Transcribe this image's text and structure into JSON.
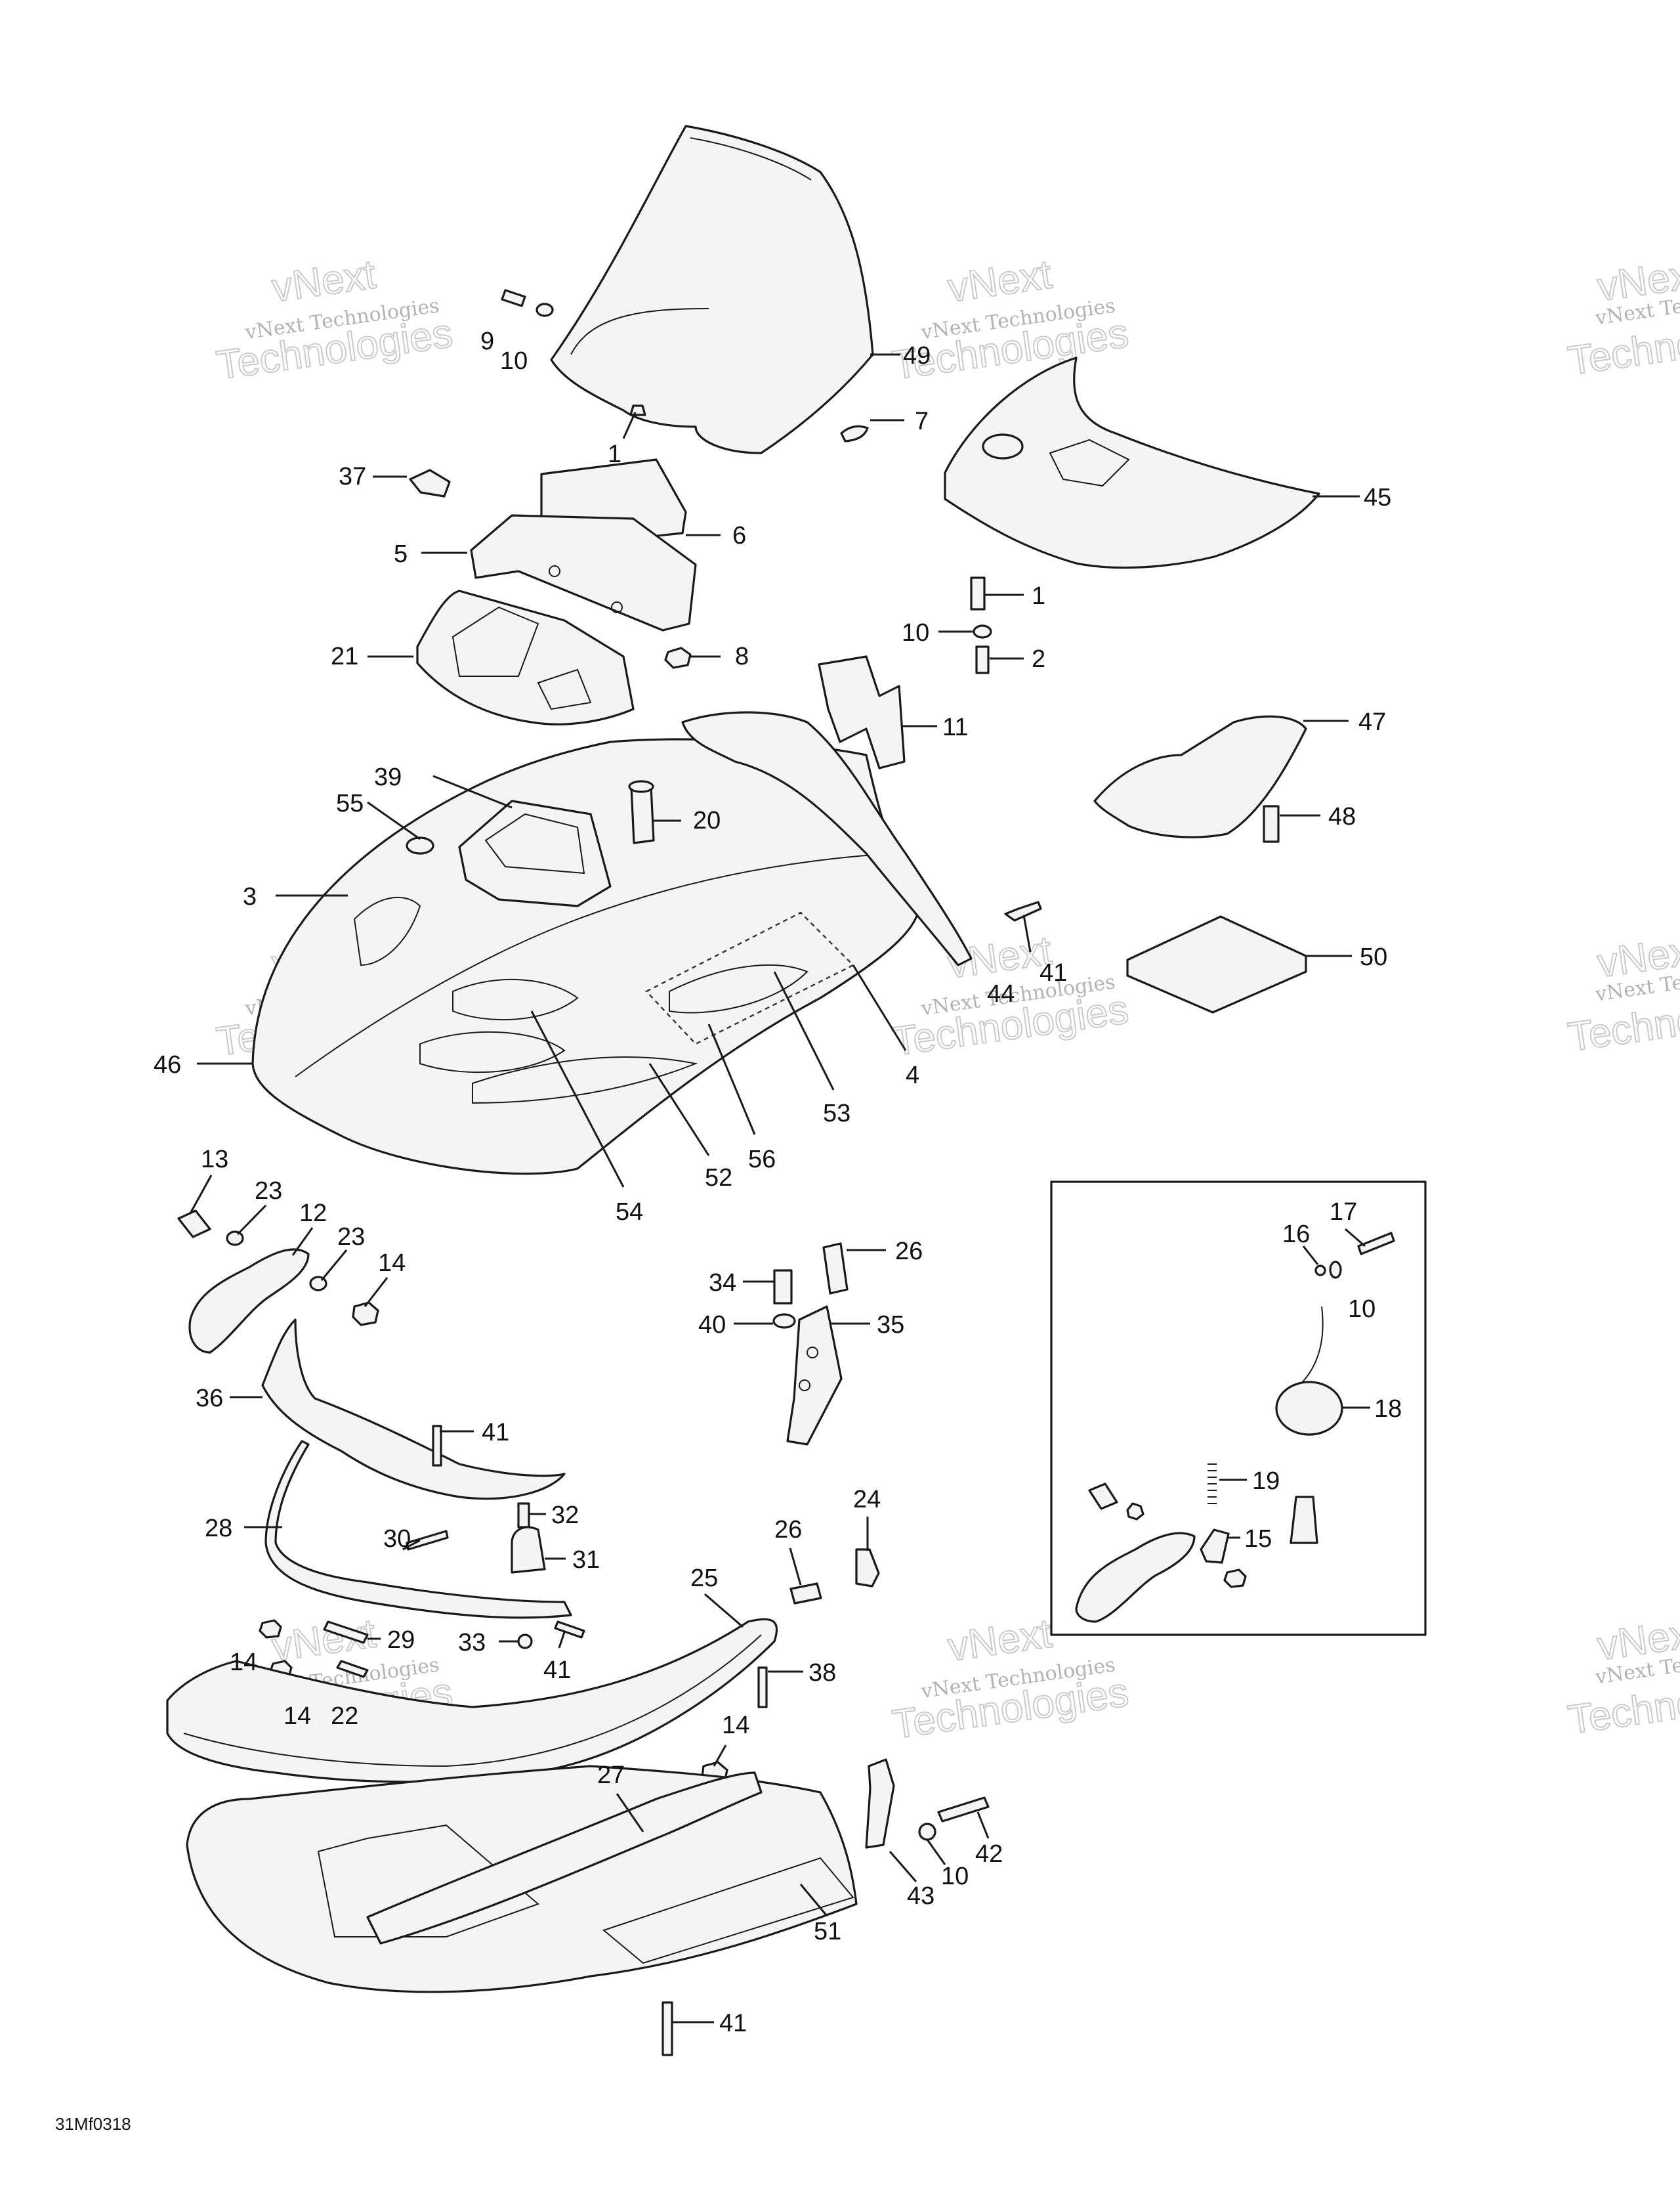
{
  "drawing_ref": "31Mf0318",
  "watermark": {
    "line_small": "vNext Technologies",
    "line_big_a": "vNext",
    "line_big_b": "Technologies"
  },
  "callouts": {
    "c1a": "1",
    "c9": "9",
    "c10a": "10",
    "c49": "49",
    "c7": "7",
    "c37": "37",
    "c6": "6",
    "c5": "5",
    "c21": "21",
    "c8": "8",
    "c45": "45",
    "c1b": "1",
    "c10b": "10",
    "c2": "2",
    "c11": "11",
    "c47": "47",
    "c48": "48",
    "c39": "39",
    "c55": "55",
    "c20": "20",
    "c3": "3",
    "c41a": "41",
    "c44": "44",
    "c50": "50",
    "c46": "46",
    "c4": "4",
    "c53": "53",
    "c56": "56",
    "c52": "52",
    "c54": "54",
    "c13": "13",
    "c23a": "23",
    "c12": "12",
    "c23b": "23",
    "c14a": "14",
    "c26a": "26",
    "c34": "34",
    "c40": "40",
    "c35": "35",
    "c17": "17",
    "c16": "16",
    "c10c": "10",
    "c18": "18",
    "c36": "36",
    "c41b": "41",
    "c19": "19",
    "c15": "15",
    "c28": "28",
    "c32": "32",
    "c24": "24",
    "c30": "30",
    "c31": "31",
    "c26b": "26",
    "c25": "25",
    "c29": "29",
    "c33": "33",
    "c41c": "41",
    "c14b": "14",
    "c14c": "14",
    "c22": "22",
    "c38": "38",
    "c14d": "14",
    "c27": "27",
    "c42": "42",
    "c10d": "10",
    "c43": "43",
    "c51": "51",
    "c41d": "41"
  }
}
